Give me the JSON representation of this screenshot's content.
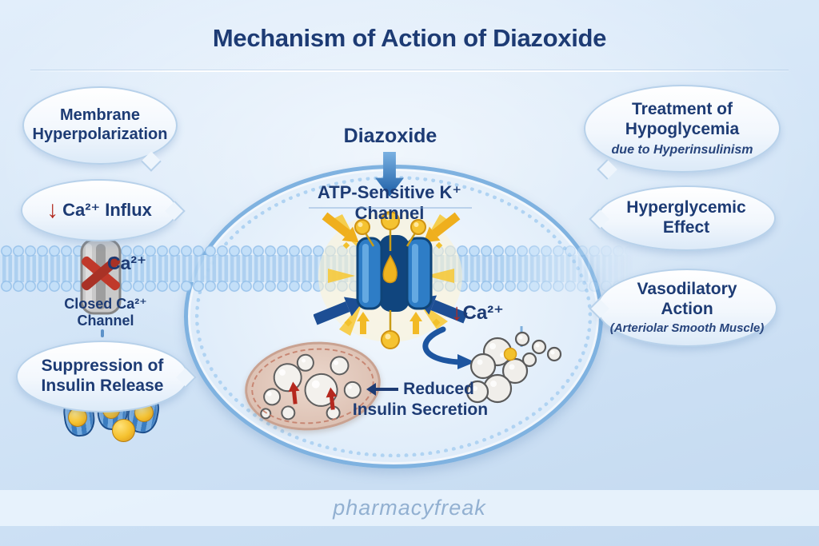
{
  "title": "Mechanism of Action of Diazoxide",
  "icons": {
    "decrease_arrow": "↓"
  },
  "colors": {
    "navy_text": "#1d3b74",
    "red_arrow": "#b32b20",
    "gold": "#f2c12c",
    "channel_blue": "#2e7dc6",
    "bubble_border": "#b7d1ea",
    "cell_border": "#7fb2e0",
    "membrane_bead": "#aacdf0",
    "watermark_text": "#92b0d1"
  },
  "left_panel": {
    "bubble_membrane": {
      "label": "Membrane Hyperpolarization"
    },
    "bubble_ca_influx": {
      "label": "Ca²⁺ Influx"
    },
    "membrane_ion_label": "Ca²⁺",
    "closed_channel_label": "Closed Ca²⁺ Channel",
    "bubble_suppression": {
      "label": "Suppression of Insulin Release"
    }
  },
  "center": {
    "drug_label": "Diazoxide",
    "channel_label": "ATP-Sensitive K⁺ Channel",
    "ca_decrease_label": "Ca²⁺",
    "reduced_label_line1": "Reduced",
    "reduced_label_line2": "Insulin Secretion"
  },
  "right_panel": {
    "bubble_treatment": {
      "label": "Treatment of Hypoglycemia",
      "sublabel": "due to Hyperinsulinism"
    },
    "bubble_hyperglycemic": {
      "label": "Hyperglycemic Effect"
    },
    "bubble_vasodilatory": {
      "label": "Vasodilatory Action",
      "sublabel": "(Arteriolar Smooth Muscle)"
    }
  },
  "watermark": "pharmacyfreak"
}
